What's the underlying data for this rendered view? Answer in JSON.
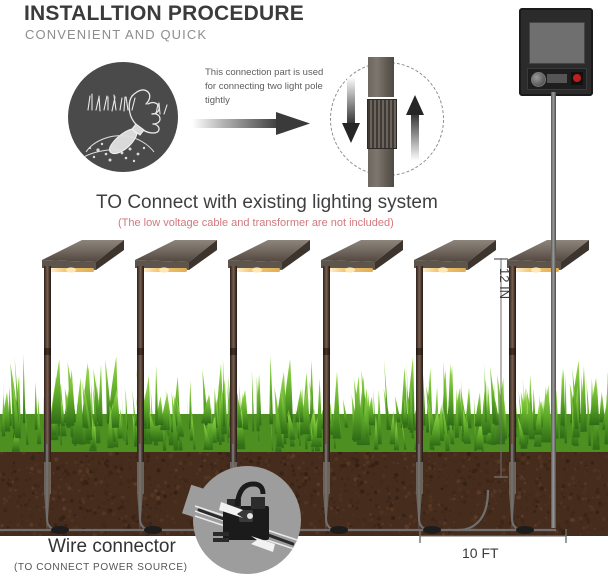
{
  "header": {
    "title": "INSTALLTION PROCEDURE",
    "subtitle": "CONVENIENT AND QUICK"
  },
  "connection_note": {
    "text": "This connection part is used for connecting two light pole tightly",
    "arrow_icon": "right-gradient-arrow-icon",
    "detail_down_arrow": "down-arrow-icon",
    "detail_up_arrow": "up-arrow-icon"
  },
  "dig_illustration": {
    "icon": "hand-trowel-digging-icon"
  },
  "section": {
    "heading": "TO Connect with existing lighting system",
    "disclaimer": "(The low voltage cable and transformer are not included)"
  },
  "dimensions": {
    "height_label": "12 IN",
    "spacing_label": "10 FT"
  },
  "wire_connector": {
    "label": "Wire connector",
    "sublabel": "(TO CONNECT POWER SOURCE)",
    "icon": "wire-connector-clamp-icon"
  },
  "transformer": {
    "icon": "transformer-box-icon",
    "knob_icon": "dial-knob-icon",
    "display_icon": "display-panel-icon",
    "indicator_icon": "red-indicator-icon"
  },
  "lamps": {
    "count": 6,
    "x_positions": [
      38,
      131,
      224,
      317,
      410,
      503
    ],
    "icon": "path-light-icon"
  },
  "colors": {
    "title": "#3b3b3b",
    "subtitle": "#8d8d8d",
    "heading": "#3f3f3f",
    "disclaimer": "#d2787c",
    "grass": "#5da829",
    "soil": "#4a2f1f",
    "pole_bronze": "#5a463a",
    "led_warm": "#f2c97a",
    "transformer": "#2b2b2b",
    "indicator": "#c01e1e"
  }
}
